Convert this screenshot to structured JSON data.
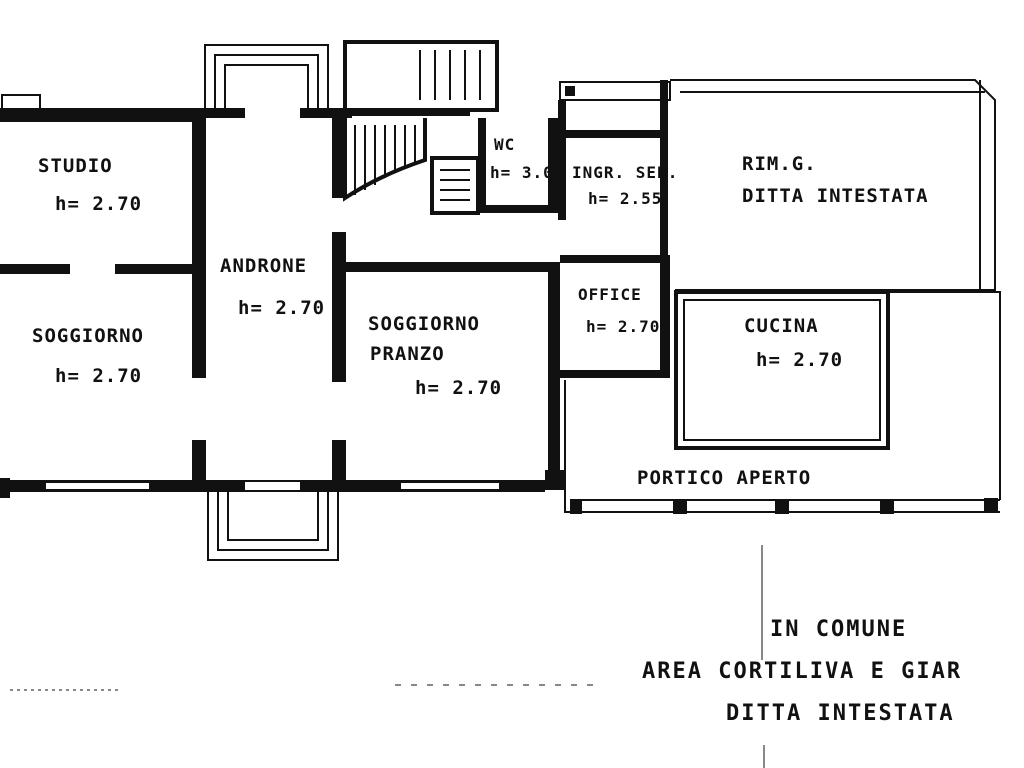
{
  "rooms": {
    "studio": {
      "name": "STUDIO",
      "height": "h= 2.70"
    },
    "soggiorno": {
      "name": "SOGGIORNO",
      "height": "h= 2.70"
    },
    "androne": {
      "name": "ANDRONE",
      "height": "h= 2.70"
    },
    "soggiorno_pranzo": {
      "name1": "SOGGIORNO",
      "name2": "PRANZO",
      "height": "h= 2.70"
    },
    "wc": {
      "name": "WC",
      "height": "h= 3.00"
    },
    "ingr_serv": {
      "name": "INGR. SER.",
      "height": "h= 2.55"
    },
    "rimessa": {
      "name1": "RIM.G.",
      "name2": "DITTA INTESTATA"
    },
    "office": {
      "name": "OFFICE",
      "height": "h= 2.70"
    },
    "cucina": {
      "name": "CUCINA",
      "height": "h= 2.70"
    },
    "portico": {
      "name": "PORTICO   APERTO"
    }
  },
  "notes": {
    "line1": "IN COMUNE",
    "line2": "AREA CORTILIVA E GIAR",
    "line3": "DITTA INTESTATA"
  }
}
